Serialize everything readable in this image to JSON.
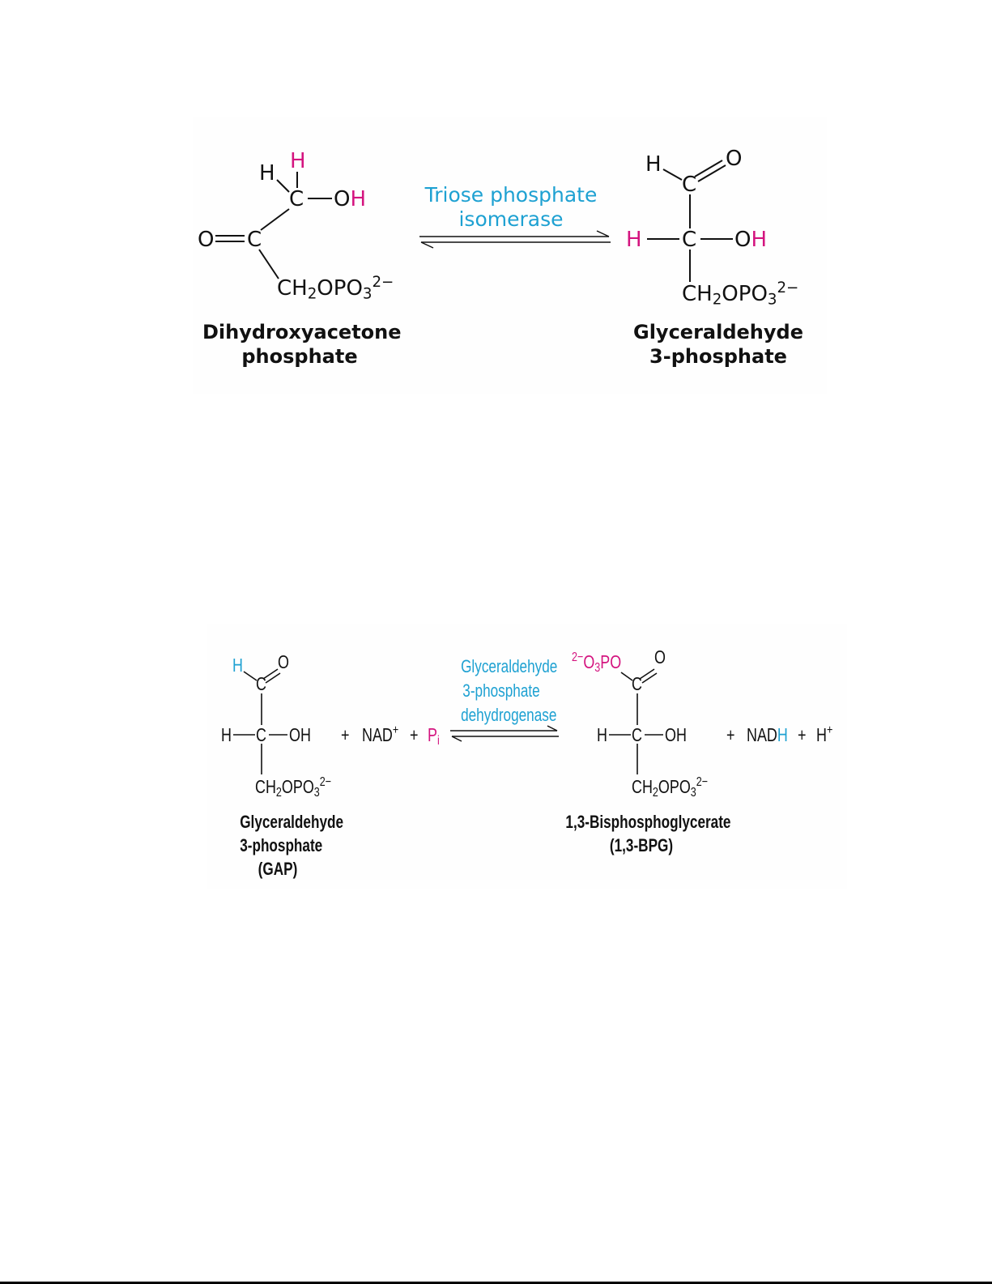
{
  "colors": {
    "magenta": "#d4147f",
    "cyan": "#1ea1d2",
    "text": "#111111",
    "panel_background": "#fefefe"
  },
  "reaction1": {
    "enzyme": [
      "Triose phosphate",
      "isomerase"
    ],
    "reactant": {
      "name": [
        "Dihydroxyacetone",
        "phosphate"
      ],
      "atoms": {
        "H_left": "H",
        "H_top": "H",
        "C_top": "C",
        "O_top": "O",
        "H_oh": "H",
        "O_carbonyl": "O",
        "C_mid": "C",
        "CH2": "CH",
        "sub2": "2",
        "OPO": "OPO",
        "sub3": "3",
        "charge": "2−"
      }
    },
    "product": {
      "name": [
        "Glyceraldehyde",
        "3-phosphate"
      ],
      "atoms": {
        "H_ald": "H",
        "C_ald": "C",
        "O_ald": "O",
        "H_left": "H",
        "C_mid": "C",
        "O_oh": "O",
        "H_oh": "H",
        "CH2": "CH",
        "sub2": "2",
        "OPO": "OPO",
        "sub3": "3",
        "charge": "2−"
      }
    }
  },
  "reaction2": {
    "enzyme": [
      "Glyceraldehyde",
      "3-phosphate",
      "dehydrogenase"
    ],
    "reactant": {
      "name": [
        "Glyceraldehyde",
        "3-phosphate",
        "(GAP)"
      ],
      "atoms": {
        "H_ald": "H",
        "C_ald": "C",
        "O_ald": "O",
        "H_left": "H",
        "C_mid": "C",
        "OH": "OH",
        "CH2": "CH",
        "sub2": "2",
        "OPO": "OPO",
        "sub3": "3",
        "charge": "2−"
      }
    },
    "cosubstrates": {
      "plus1": "+",
      "NAD": "NAD",
      "NAD_charge": "+",
      "plus2": "+",
      "P": "P",
      "P_sub": "i"
    },
    "product": {
      "name": [
        "1,3-Bisphosphoglycerate",
        "(1,3-BPG)"
      ],
      "atoms": {
        "phos_charge": "2−",
        "phos_O": "O",
        "phos_sub": "3",
        "phos_PO": "PO",
        "C_acyl": "C",
        "O_acyl": "O",
        "H_left": "H",
        "C_mid": "C",
        "OH": "OH",
        "CH2": "CH",
        "sub2": "2",
        "OPO": "OPO",
        "sub3": "3",
        "charge": "2−"
      }
    },
    "coproducts": {
      "plus1": "+",
      "NAD": "NAD",
      "NADH_H": "H",
      "plus2": "+",
      "H": "H",
      "H_charge": "+"
    }
  }
}
